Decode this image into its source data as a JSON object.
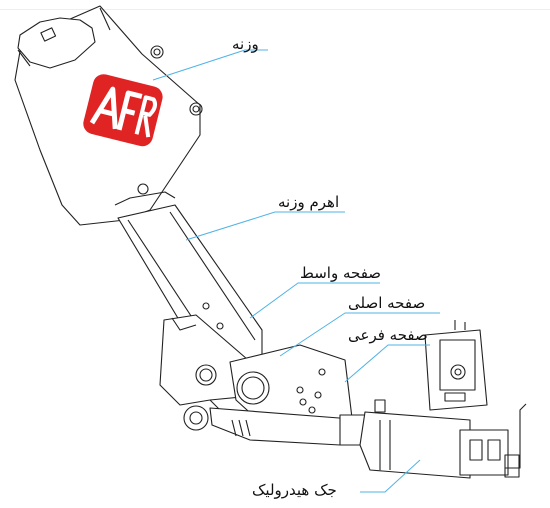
{
  "labels": {
    "counterweight": "وزنه",
    "weight_arm": "اهرم وزنه",
    "middle_plate": "صفحه واسط",
    "main_plate": "صفحه اصلی",
    "sub_plate": "صفحه فرعی",
    "hydraulic_jack": "جک هیدرولیک"
  },
  "logo_text": "AFR",
  "colors": {
    "leader_line": "#4fb3e6",
    "logo_red": "#e02424",
    "outline": "#222222"
  }
}
